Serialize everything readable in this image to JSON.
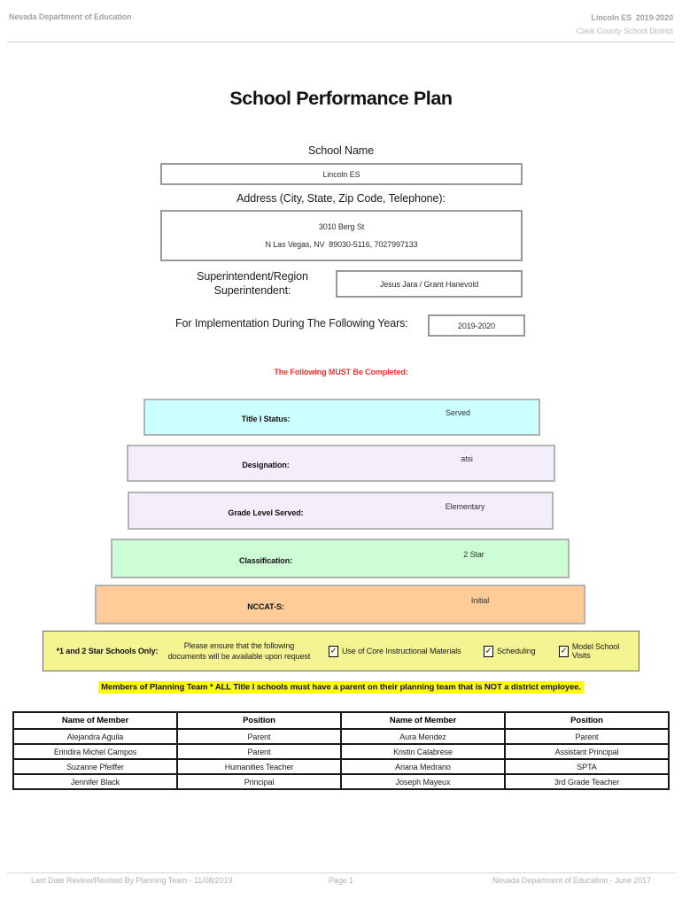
{
  "header": {
    "left": "Nevada Department of Education",
    "right_line1": "Lincoln ES  2019-2020",
    "right_line2": "Clark County School District"
  },
  "title": "School Performance Plan",
  "form": {
    "school_name_label": "School Name",
    "school_name": "Lincoln ES",
    "address_label": "Address (City, State, Zip Code, Telephone):",
    "address_line1": "3010 Berg St",
    "address_line2": "N Las Vegas, NV  89030-5116, 7027997133",
    "superintendent_label_line1": "Superintendent/Region",
    "superintendent_label_line2": "Superintendent:",
    "superintendent_value": "Jesus Jara / Grant Hanevold",
    "years_label": "For Implementation During The Following Years:",
    "years_value": "2019-2020"
  },
  "must_complete_notice": "The Following MUST Be Completed:",
  "must_complete_color": "#ff2b2b",
  "status_rows": [
    {
      "label": "Title I Status:",
      "value": "Served",
      "bg": "#ccffff"
    },
    {
      "label": "Designation:",
      "value": "atsi",
      "bg": "#f4edfb"
    },
    {
      "label": "Grade Level Served:",
      "value": "Elementary",
      "bg": "#f4edfb"
    },
    {
      "label": "Classification:",
      "value": "2 Star",
      "bg": "#ccfdd4"
    },
    {
      "label": "NCCAT-S:",
      "value": "Initial",
      "bg": "#ffcc99"
    }
  ],
  "star_box": {
    "bg": "#f4f492",
    "label": "*1 and 2 Star Schools Only:",
    "note_line1": "Please ensure that the following",
    "note_line2": "documents will be available upon request",
    "checkboxes": [
      {
        "label": "Use of Core Instructional Materials",
        "checked": true
      },
      {
        "label": "Scheduling",
        "checked": true
      },
      {
        "label": "Model School Visits",
        "checked": true
      }
    ]
  },
  "icons": {
    "check": "✓"
  },
  "planning_team_notice": "Members of Planning Team * ALL Title I schools must have a parent on their planning team that is NOT a district employee.",
  "planning_team_highlight": "#ffff00",
  "members_table": {
    "headers": [
      "Name of Member",
      "Position",
      "Name of Member",
      "Position"
    ],
    "rows": [
      [
        "Alejandra Aguila",
        "Parent",
        "Aura Mendez",
        "Parent"
      ],
      [
        "Erindira Michel Campos",
        "Parent",
        "Kristin Calabrese",
        "Assistant Principal"
      ],
      [
        "Suzanne Pfeiffer",
        "Humanities Teacher",
        "Ariana Medrano",
        "SPTA"
      ],
      [
        "Jennifer Black",
        "Principal",
        "Joseph Mayeux",
        "3rd Grade Teacher"
      ]
    ]
  },
  "footer": {
    "left": "Last Date Review/Revised By Planning Team - 11/08/2019",
    "center": "Page 1",
    "right": "Nevada Department of Education - June 2017"
  }
}
